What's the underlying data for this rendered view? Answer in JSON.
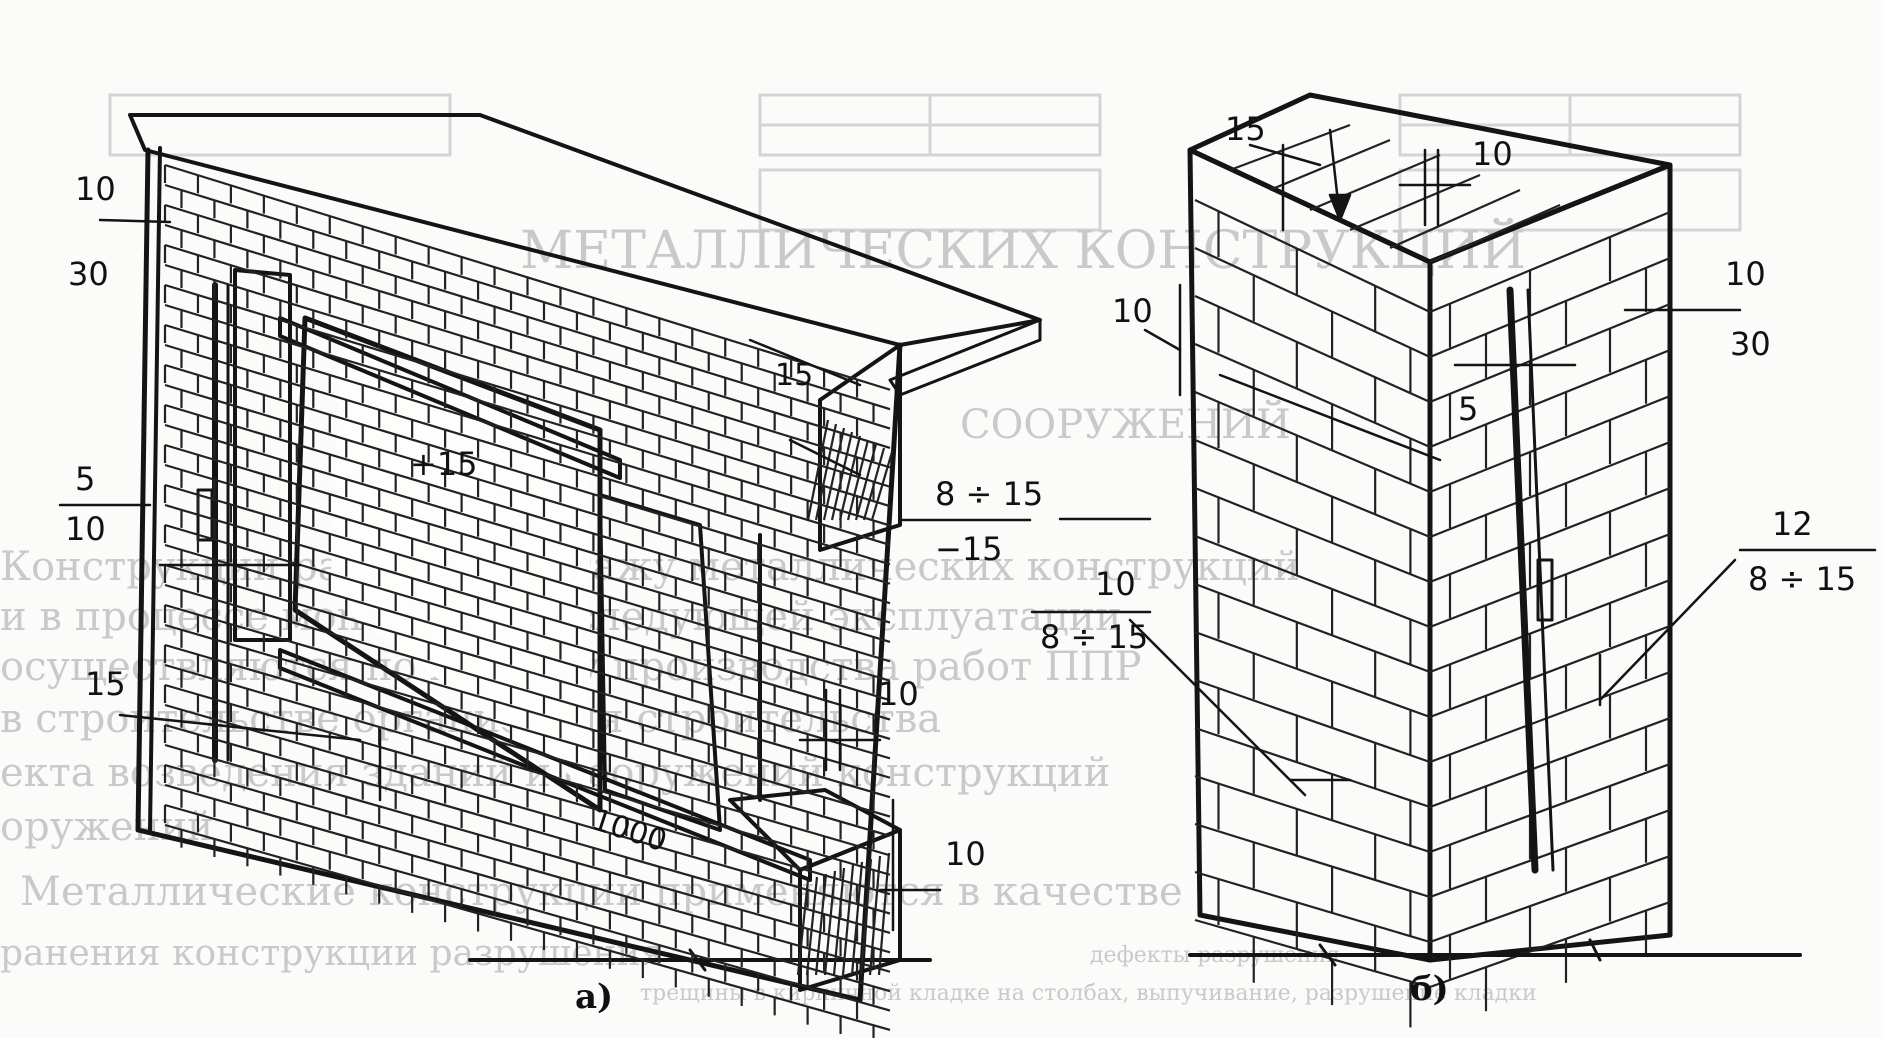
{
  "figure": {
    "panel_a": {
      "caption": "а)",
      "labels": {
        "top_left_joint": "10",
        "top_left_joint_sub": "30",
        "vertical_joint": "5",
        "vertical_joint_sub": "10",
        "opening_plus": "+15",
        "lintel_gap": "15",
        "lintel_tol": "8 ÷ 15",
        "lintel_tol_sub": "−15",
        "sill_joint": "15",
        "sill_gap": "10",
        "sill_bottom": "10",
        "length": "1000"
      }
    },
    "panel_b": {
      "caption": "б)",
      "labels": {
        "top_joint": "15",
        "top_vertical": "10",
        "left_joint": "10",
        "right_joint": "10",
        "right_joint_sub": "30",
        "middle_joint": "5",
        "lower_joint": "10",
        "lower_joint_sub": "8 ÷ 15",
        "right_lower": "12",
        "right_lower_sub": "8 ÷ 15"
      }
    },
    "background_text": {
      "heading_1": "МЕТАЛЛИЧЕСКИХ КОНСТРУКЦИЙ",
      "heading_2": "СООРУЖЕНИЙ",
      "line_1": "Конструкции работ по монтажу металлических конструкций",
      "line_2": "и в процессе монтажа и последующей эксплуатации",
      "line_3": "осуществляются по проекту производства работ ППР",
      "line_4": "в строительстве организация строительства",
      "line_5": "екта возведения зданий и сооружений конструкций",
      "line_6": "оружений",
      "line_7": "Металлические конструкции применяются в качестве",
      "line_8": "ранения конструкции разрушения",
      "bottom_caption_1": "дефекты разрушения",
      "bottom_caption_2": "трещины в кирпичной кладке на столбах, выпучивание, разрушение кладки"
    }
  }
}
